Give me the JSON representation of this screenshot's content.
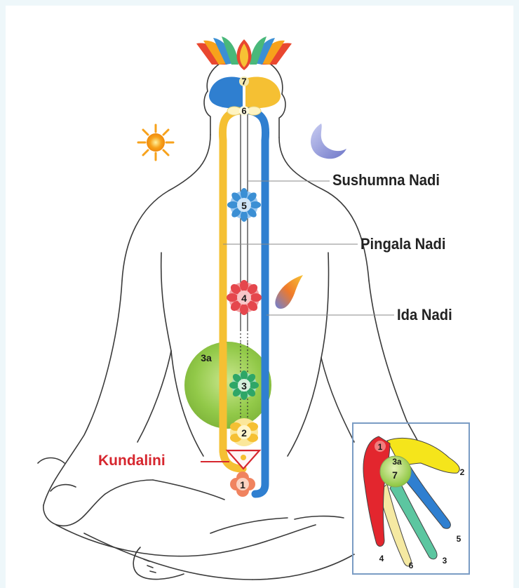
{
  "labels": {
    "sushumna": "Sushumna Nadi",
    "pingala": "Pingala Nadi",
    "ida": "Ida Nadi",
    "kundalini": "Kundalini"
  },
  "chakras": [
    {
      "num": "7",
      "color": "#f2c94c"
    },
    {
      "num": "6",
      "color": "#fff2b0"
    },
    {
      "num": "5",
      "color": "#3b8fd4"
    },
    {
      "num": "4",
      "color": "#e5474d"
    },
    {
      "num": "3",
      "color": "#49b87a"
    },
    {
      "num": "3a",
      "color": "#8cc63f"
    },
    {
      "num": "2",
      "color": "#f6d55c"
    },
    {
      "num": "1",
      "color": "#f0835f"
    }
  ],
  "hand": {
    "center_top": "3a",
    "center_bottom": "7",
    "finger_labels": [
      "1",
      "2",
      "5",
      "3",
      "6",
      "4"
    ]
  },
  "colors": {
    "ida": "#2f7fd0",
    "pingala": "#f5c033",
    "kundalini": "#d6262e",
    "outline": "#333333",
    "hand_box": "#7a9cc4"
  }
}
